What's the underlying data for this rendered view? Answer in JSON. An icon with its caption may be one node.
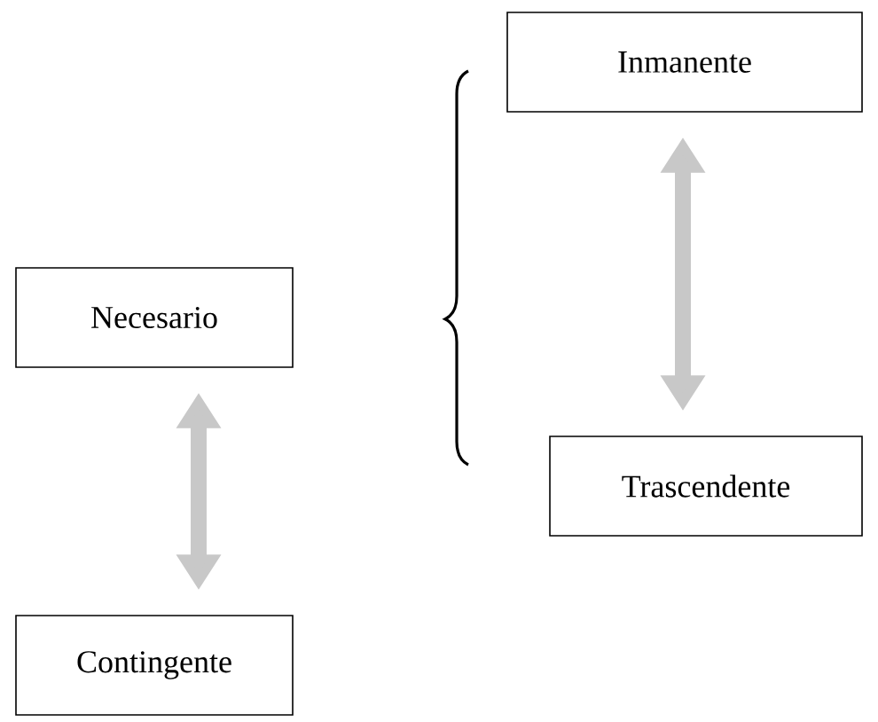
{
  "diagram": {
    "nodes": [
      {
        "text": [
          "Necesario"
        ]
      },
      {
        "text": [
          "Inmanente"
        ]
      },
      {
        "text": [
          "Trascendente"
        ]
      },
      {
        "text": [
          "Contingente"
        ]
      }
    ],
    "edges": [
      {
        "from": 0,
        "to": 3,
        "arrow": "both"
      },
      {
        "from": 1,
        "to": 2,
        "arrow": "both"
      }
    ]
  }
}
